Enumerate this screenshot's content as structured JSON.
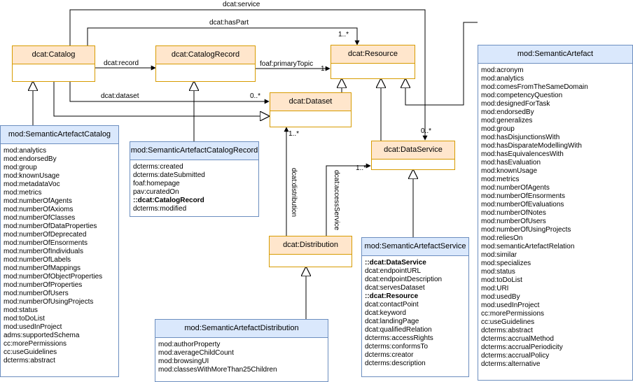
{
  "classes": {
    "catalog": {
      "name": "dcat:Catalog",
      "attributes": []
    },
    "catalog_record": {
      "name": "dcat:CatalogRecord",
      "attributes": []
    },
    "resource": {
      "name": "dcat:Resource",
      "attributes": []
    },
    "dataset": {
      "name": "dcat:Dataset",
      "attributes": []
    },
    "data_service": {
      "name": "dcat:DataService",
      "attributes": []
    },
    "distribution": {
      "name": "dcat:Distribution",
      "attributes": []
    },
    "semantic_artefact_catalog": {
      "name": "mod:SemanticArtefactCatalog",
      "attributes": [
        "mod:analytics",
        "mod:endorsedBy",
        "mod:group",
        "mod:knownUsage",
        "mod:metadataVoc",
        "mod:metrics",
        "mod:numberOfAgents",
        "mod:numberOfAxioms",
        "mod:numberOfClasses",
        "mod:numberOfDataProperties",
        "mod:numberOfDeprecated",
        "mod:numberOfEnsorments",
        "mod:numberOfIndividuals",
        "mod:numberOfLabels",
        "mod:numberOfMappings",
        "mod:numberOfObjectProperties",
        "mod:numberOfProperties",
        "mod:numberOfUsers",
        "mod:numberOfUsingProjects",
        "mod:status",
        "mod:toDoList",
        "mod:usedInProject",
        "adms:supportedSchema",
        "cc:morePermissions",
        "cc:useGuidelines",
        "dcterms:abstract"
      ]
    },
    "semantic_artefact_catalog_record": {
      "name": "mod:SemanticArtefactCatalogRecord",
      "attributes": [
        "dcterms:created",
        "dcterms:dateSubmitted",
        "foaf:homepage",
        "pav:curatedOn",
        "::dcat:CatalogRecord",
        "dcterms:modified"
      ]
    },
    "semantic_artefact_distribution": {
      "name": "mod:SemanticArtefactDistribution",
      "attributes": [
        "mod:authorProperty",
        "mod:averageChildCount",
        "mod:browsingUI",
        "mod:classesWithMoreThan25Children"
      ]
    },
    "semantic_artefact_service": {
      "name": "mod:SemanticArtefactService",
      "attributes": [
        "::dcat:DataService",
        "dcat:endpointURL",
        "dcat:endpointDescription",
        "dcat:servesDataset",
        "::dcat:Resource",
        "dcat:contactPoint",
        "dcat:keyword",
        "dcat:landingPage",
        "dcat:qualifiedRelation",
        "dcterms:accessRights",
        "dcterms:conformsTo",
        "dcterms:creator",
        "dcterms:description"
      ]
    },
    "semantic_artefact": {
      "name": "mod:SemanticArtefact",
      "attributes": [
        "mod:acronym",
        "mod:analytics",
        "mod:comesFromTheSameDomain",
        "mod:competencyQuestion",
        "mod:designedForTask",
        "mod:endorsedBy",
        "mod:generalizes",
        "mod:group",
        "mod:hasDisjunctionsWith",
        "mod:hasDisparateModellingWith",
        "mod:hasEquivalencesWith",
        "mod:hasEvaluation",
        "mod:knownUsage",
        "mod:metrics",
        "mod:numberOfAgents",
        "mod:numberOfEnsorments",
        "mod:numberOfEvaluations",
        "mod:numberOfNotes",
        "mod:numberOfUsers",
        "mod:numberOfUsingProjects",
        "mod:reliesOn",
        "mod:semanticArtefactRelation",
        "mod:similar",
        "mod:specializes",
        "mod:status",
        "mod:toDoList",
        "mod:URI",
        "mod:usedBy",
        "mod:usedInProject",
        "cc:morePermissions",
        "cc:useGuidelines",
        "dcterms:abstract",
        "dcterms:accrualMethod",
        "dcterms:accrualPeriodicity",
        "dcterms:accrualPolicy",
        "dcterms:alternative"
      ]
    }
  },
  "relations": {
    "service": "dcat:service",
    "has_part": "dcat:hasPart",
    "record": "dcat:record",
    "primary_topic": "foaf:primaryTopic",
    "dataset": "dcat:dataset",
    "distribution": "dcat:distribution",
    "access_service": "dcat:accessService"
  },
  "multiplicities": {
    "has_part": "1..*",
    "primary_topic": "1",
    "dataset": "0..*",
    "service": "0..*",
    "distribution": "1..*",
    "access_service": "1..*"
  },
  "colors": {
    "dcat_fill": "#ffe6cc",
    "dcat_stroke": "#d79b00",
    "mod_fill": "#dae8fc",
    "mod_stroke": "#6c8ebf"
  }
}
